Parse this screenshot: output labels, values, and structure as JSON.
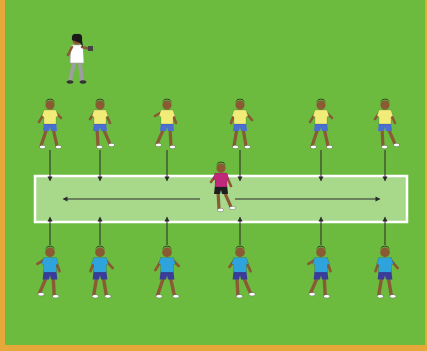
{
  "drill": {
    "colors": {
      "field": "#6cba3e",
      "zone": "#a8d88a",
      "zone_border": "#ffffff",
      "arrow": "#2a2a2a",
      "frame": "#e7a83a",
      "team_yellow_shirt": "#f1ec78",
      "team_yellow_shorts": "#4a6fd0",
      "team_blue_shirt": "#2fa4dc",
      "team_blue_shorts": "#3b3b9a",
      "runner_shirt": "#c0287a",
      "runner_shorts": "#1e1e1e",
      "coach_shirt": "#ffffff",
      "coach_pants": "#9e9e9e",
      "skin": "#8a5a35"
    },
    "players": {
      "coach": {
        "role": "coach-figure"
      },
      "runner": {
        "role": "central-runner"
      },
      "top_row": [
        {
          "team": "yellow"
        },
        {
          "team": "yellow"
        },
        {
          "team": "yellow"
        },
        {
          "team": "yellow"
        },
        {
          "team": "yellow"
        },
        {
          "team": "yellow"
        }
      ],
      "bottom_row": [
        {
          "team": "blue"
        },
        {
          "team": "blue"
        },
        {
          "team": "blue"
        },
        {
          "team": "blue"
        },
        {
          "team": "blue"
        },
        {
          "team": "blue"
        }
      ]
    },
    "icons": {
      "zone": "rectangle-zone",
      "arrow": "arrow-icon",
      "player": "player-figure-icon"
    }
  }
}
